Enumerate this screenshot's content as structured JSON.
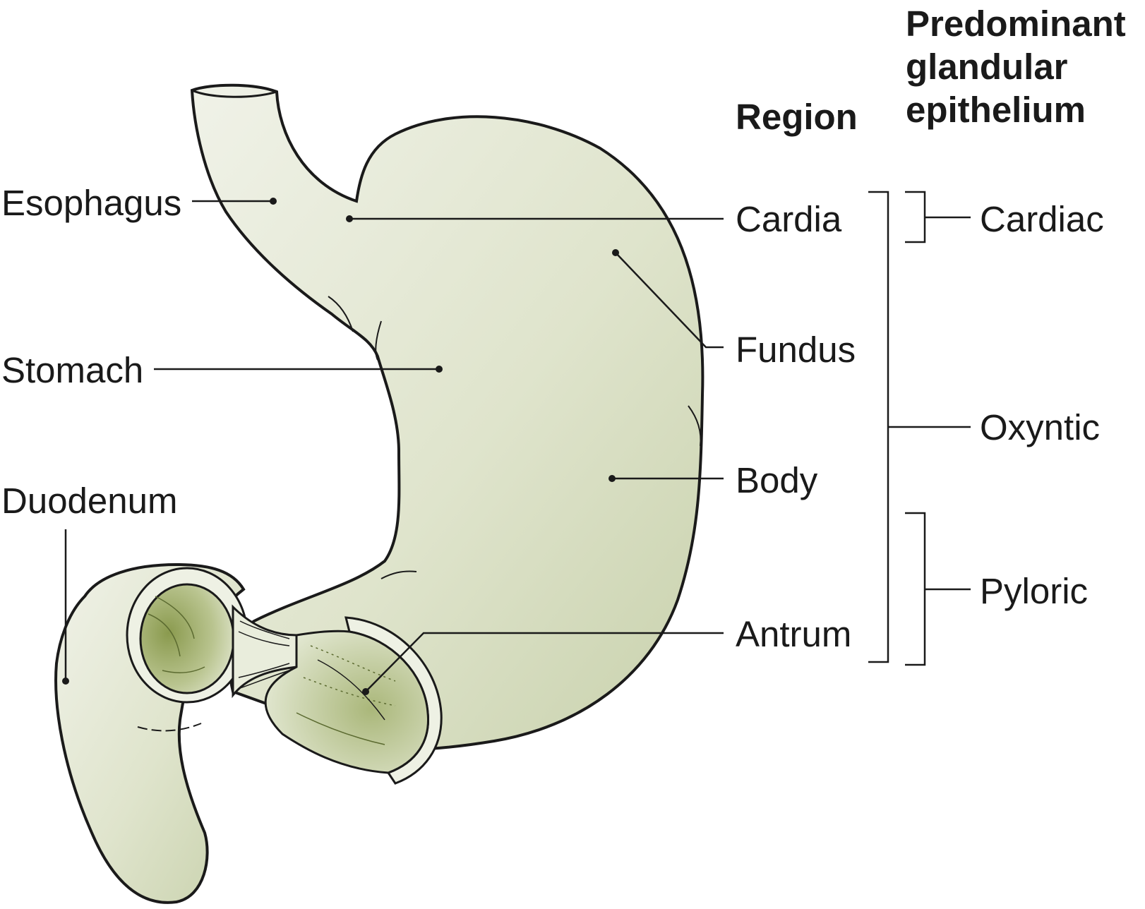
{
  "headers": {
    "region": "Region",
    "epithelium": [
      "Predominant",
      "glandular",
      "epithelium"
    ]
  },
  "anatomy_labels": {
    "esophagus": "Esophagus",
    "stomach": "Stomach",
    "duodenum": "Duodenum"
  },
  "regions": {
    "cardia": "Cardia",
    "fundus": "Fundus",
    "body": "Body",
    "antrum": "Antrum"
  },
  "epithelium_types": {
    "cardiac": "Cardiac",
    "oxyntic": "Oxyntic",
    "pyloric": "Pyloric"
  },
  "colors": {
    "organ_fill_light": "#ecefe2",
    "organ_fill_dark": "#c9d2ae",
    "lumen_dark": "#8a9a4e",
    "outline": "#1a1a1a"
  }
}
